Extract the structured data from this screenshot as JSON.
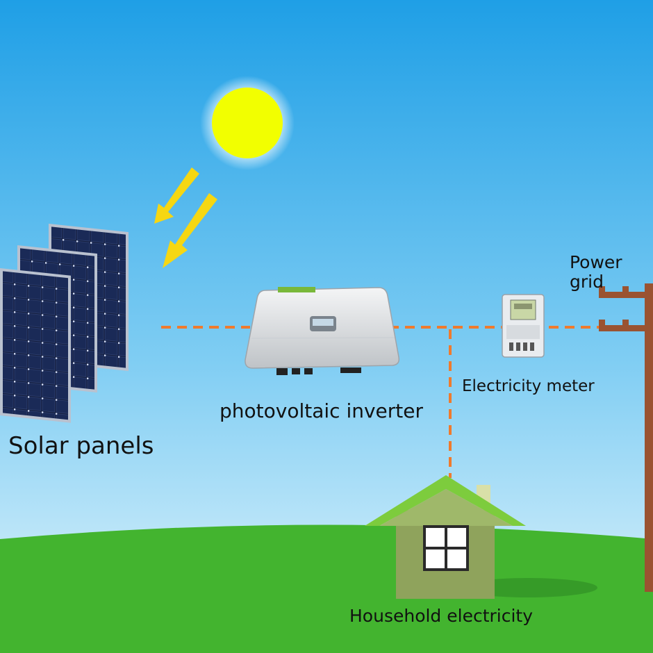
{
  "labels": {
    "solar_panels": "Solar panels",
    "inverter": "photovoltaic inverter",
    "meter": "Electricity meter",
    "grid_line1": "Power",
    "grid_line2": "grid",
    "household": "Household electricity"
  },
  "colors": {
    "sky_top": "#1f9fe6",
    "sky_bottom": "#d8f1fb",
    "sun": "#f2ff00",
    "sun_glow": "#ffffff",
    "ray_arrow": "#f6d712",
    "grass": "#43b42f",
    "wire_dash": "#ef7a2d",
    "panel": "#101a38",
    "roof": "#7dcc3d",
    "house_wall": "#8fa35c",
    "pole": "#9a5331"
  },
  "icons": [
    "sun-icon",
    "sunray-arrow-icon",
    "solar-panel-icon",
    "inverter-icon",
    "electricity-meter-icon",
    "utility-pole-icon",
    "house-icon"
  ]
}
